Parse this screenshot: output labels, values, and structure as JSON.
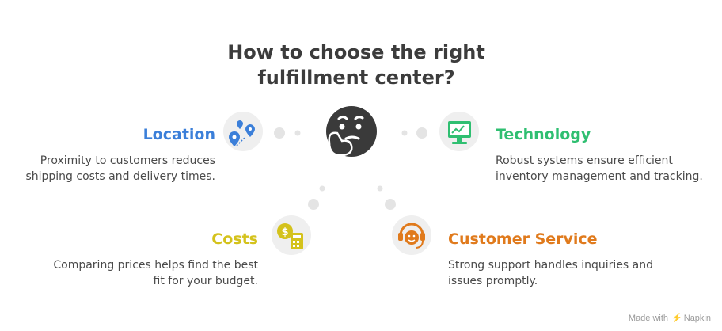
{
  "title": {
    "line1": "How to choose the right",
    "line2": "fulfillment center?"
  },
  "items": [
    {
      "heading": "Location",
      "desc1": "Proximity to customers reduces",
      "desc2": "shipping costs and delivery times.",
      "color": "#3b7fd9",
      "icon": "map-pins-icon"
    },
    {
      "heading": "Technology",
      "desc1": "Robust systems ensure efficient",
      "desc2": "inventory management and tracking.",
      "color": "#2fbf71",
      "icon": "monitor-chart-icon"
    },
    {
      "heading": "Costs",
      "desc1": "Comparing prices helps find the best",
      "desc2": "fit for your budget.",
      "color": "#d4c21c",
      "icon": "coin-calculator-icon"
    },
    {
      "heading": "Customer Service",
      "desc1": "Strong support handles inquiries and",
      "desc2": "issues promptly.",
      "color": "#e07a1c",
      "icon": "support-agent-icon"
    }
  ],
  "center_icon": "thinking-face-icon",
  "footer": {
    "made_with": "Made with",
    "brand": "Napkin"
  }
}
